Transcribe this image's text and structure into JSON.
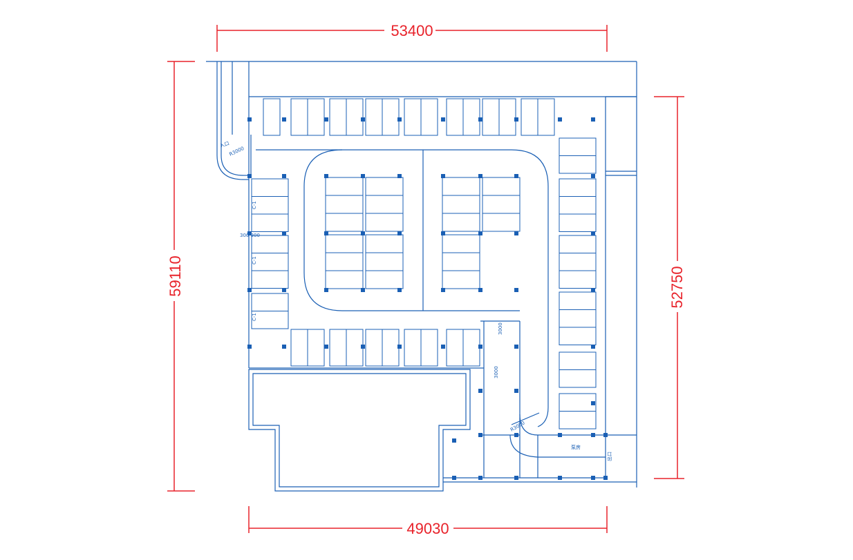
{
  "dimensions": {
    "top": "53400",
    "left": "59110",
    "right": "52750",
    "bottom": "49030"
  },
  "labels": {
    "entrance": "入口",
    "exit": "出口",
    "ramp_radius": "R3000",
    "ramp_width": "3000",
    "grid_dim": "300 300",
    "pump_room": "泵房",
    "stall_tag": "C-1"
  },
  "colors": {
    "dimension": "#e8222a",
    "drawing": "#1a5fb4"
  }
}
